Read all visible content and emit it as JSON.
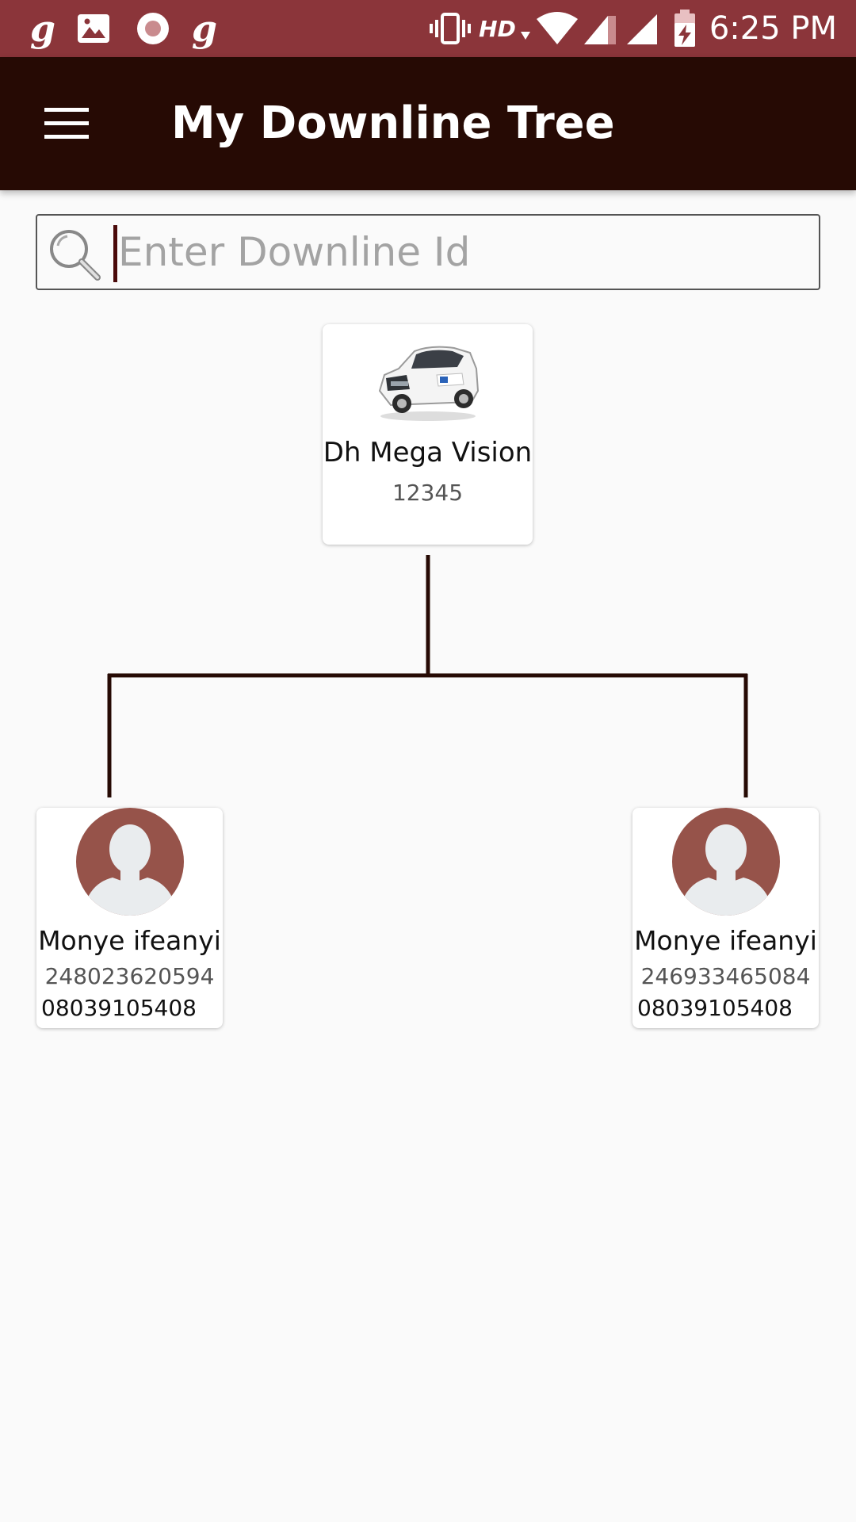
{
  "status_bar": {
    "left_icons": [
      "g-app-icon",
      "gallery-icon",
      "record-icon",
      "g-app-icon"
    ],
    "network_label": "HD",
    "time": "6:25 PM"
  },
  "app_bar": {
    "title": "My Downline Tree",
    "background": "#260a04"
  },
  "search": {
    "placeholder": "Enter Downline Id",
    "value": ""
  },
  "tree": {
    "root": {
      "name": "Dh Mega Vision",
      "id": "12345",
      "image": "car-image"
    },
    "children": [
      {
        "name": "Monye ifeanyi",
        "id": "248023620594",
        "phone": "08039105408",
        "image": "avatar-icon"
      },
      {
        "name": "Monye ifeanyi",
        "id": "246933465084",
        "phone": "08039105408",
        "image": "avatar-icon"
      }
    ]
  },
  "colors": {
    "status_bar": "#8b353a",
    "app_bar": "#260a04",
    "connector": "#260a04",
    "avatar": "#96534a",
    "background": "#fafafa"
  }
}
